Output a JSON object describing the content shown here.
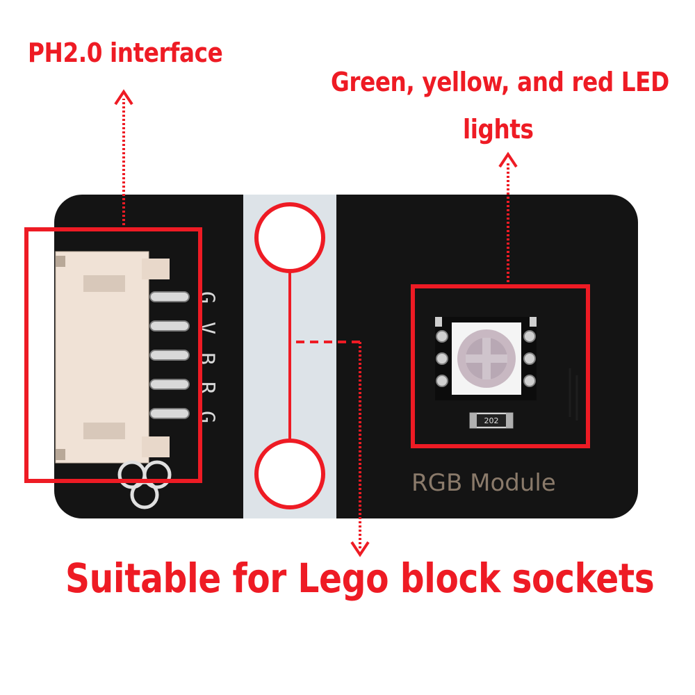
{
  "callouts": {
    "interface": "PH2.0 interface",
    "led_line1": "Green, yellow, and red LED",
    "led_line2": "lights",
    "lego": "Suitable for Lego block sockets"
  },
  "board": {
    "pin_labels": [
      "G",
      "V",
      "B",
      "R",
      "G"
    ],
    "module_name": "RGB Module",
    "resistor_code": "202"
  },
  "colors": {
    "accent": "#ee1b24",
    "board": "#141414",
    "connector": "#f0e2d6",
    "lego_strip": "#dde3e8"
  },
  "icons": {
    "logo": "three-circle-trefoil-logo"
  }
}
